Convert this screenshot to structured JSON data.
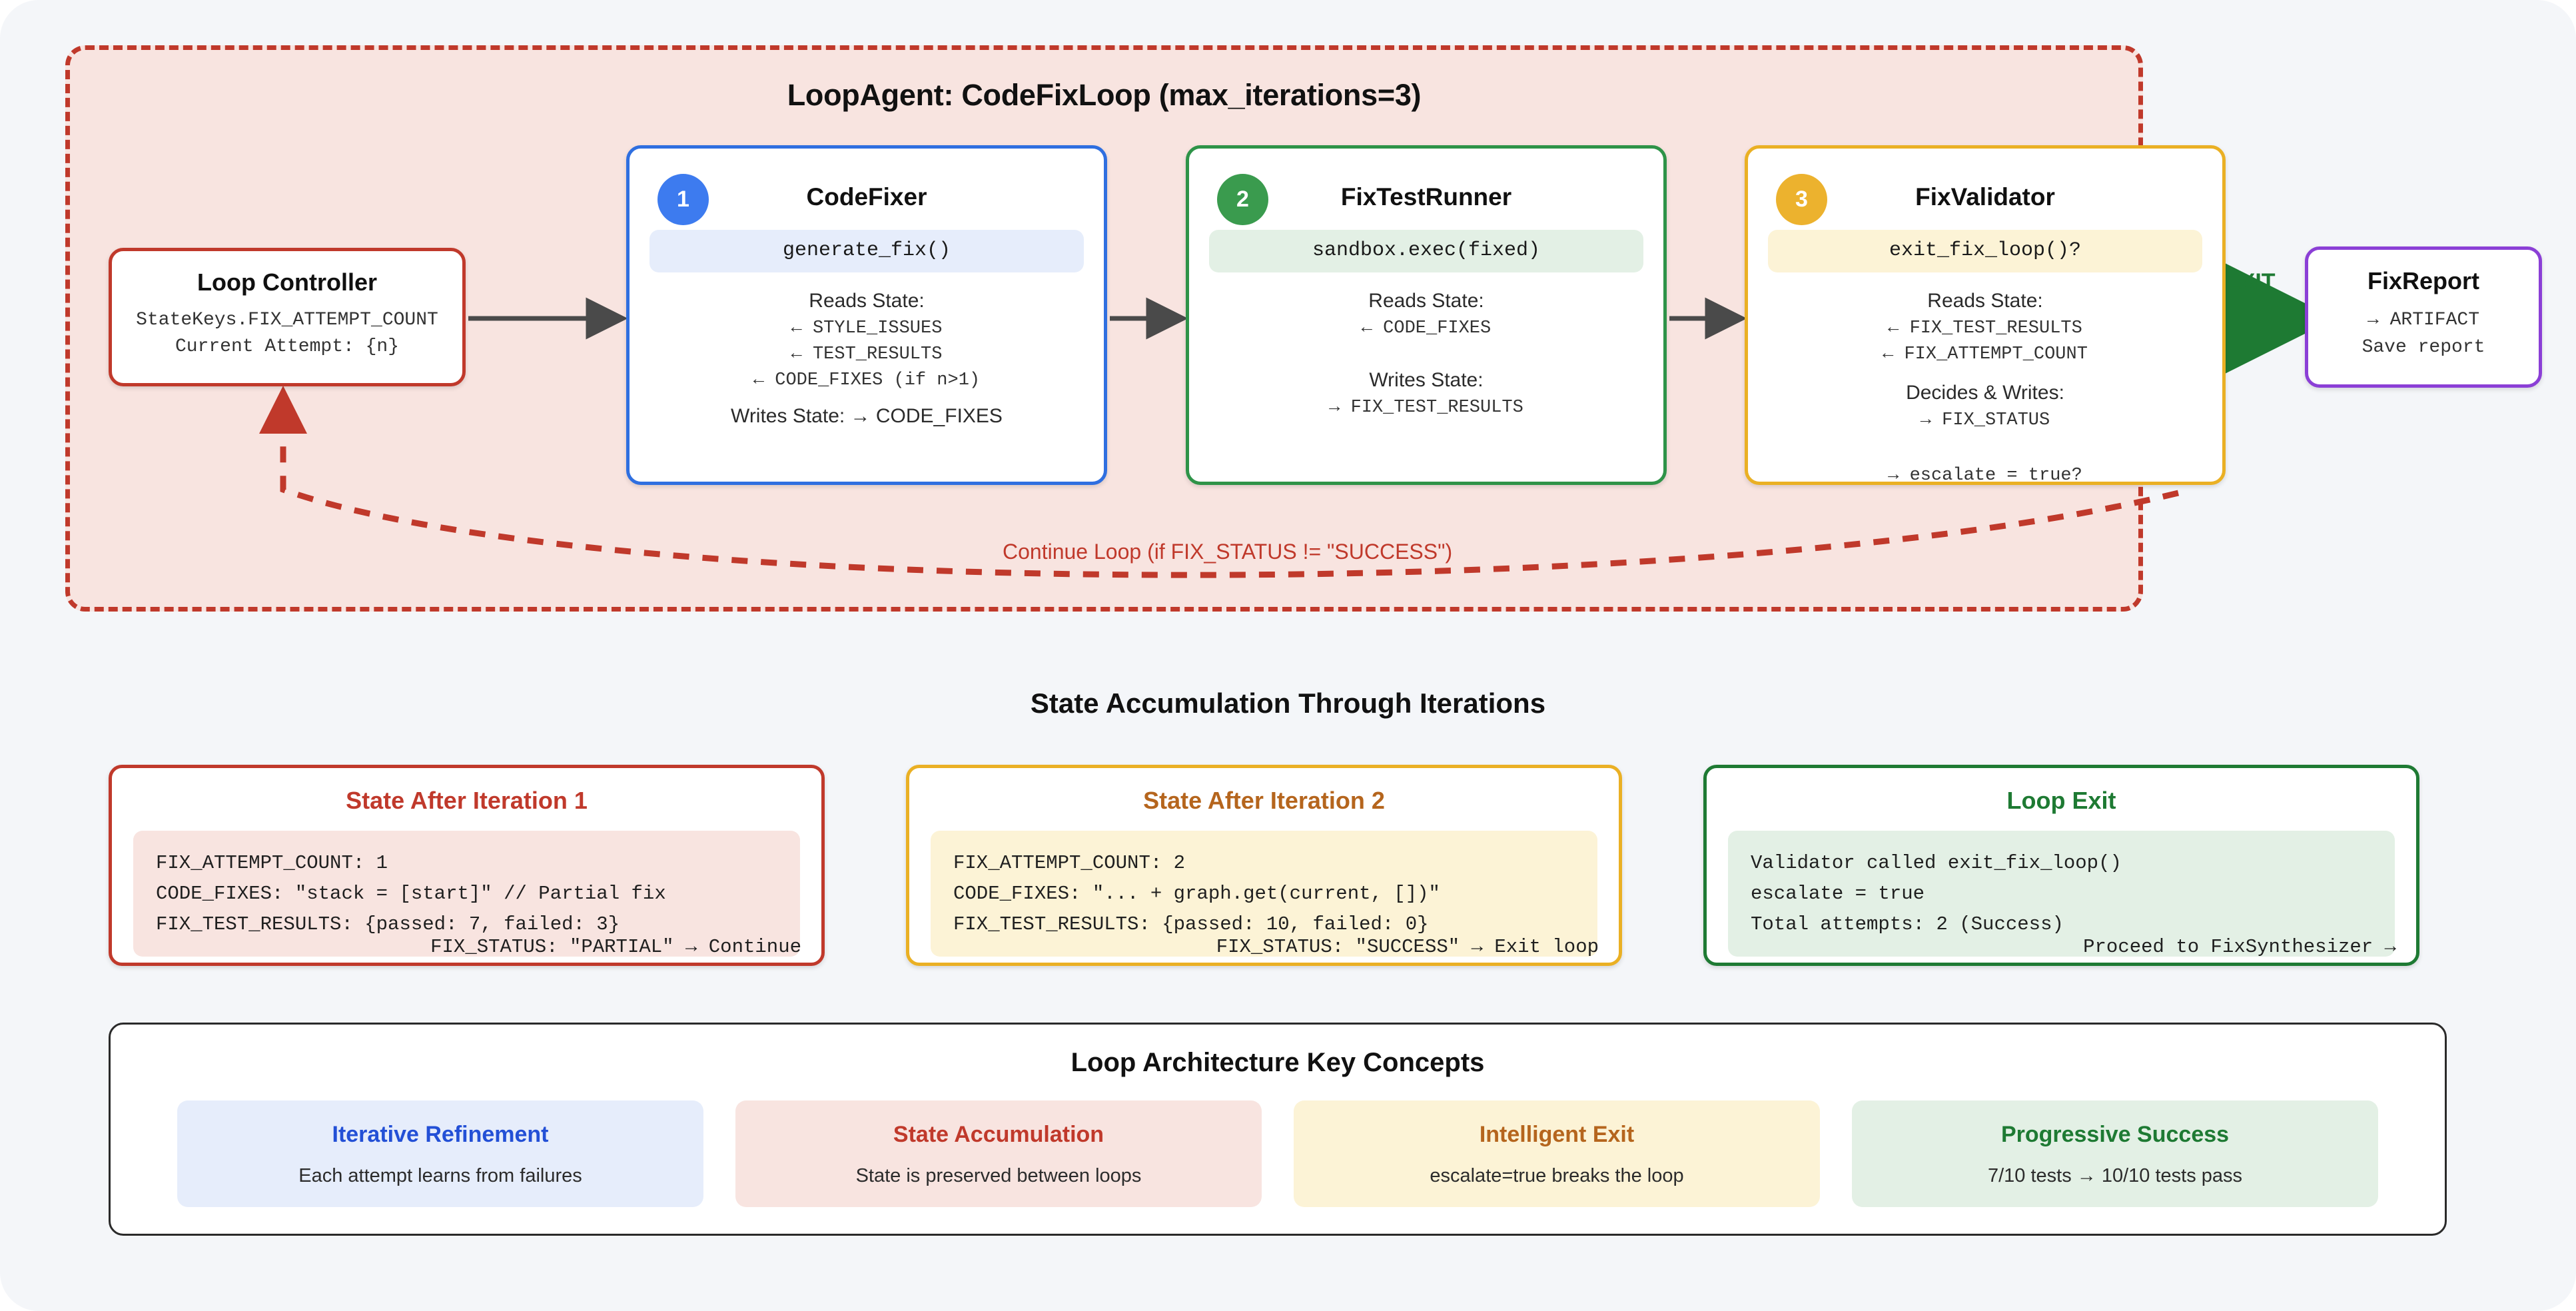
{
  "loop": {
    "title": "LoopAgent: CodeFixLoop (max_iterations=3)",
    "continue_label": "Continue Loop (if FIX_STATUS != \"SUCCESS\")",
    "exit_label": "EXIT"
  },
  "controller": {
    "title": "Loop Controller",
    "line1": "StateKeys.FIX_ATTEMPT_COUNT",
    "line2": "Current Attempt: {n}"
  },
  "agents": [
    {
      "badge": "1",
      "title": "CodeFixer",
      "call": "generate_fix()",
      "reads_label": "Reads State:",
      "reads": [
        "← STYLE_ISSUES",
        "← TEST_RESULTS",
        "← CODE_FIXES (if n>1)"
      ],
      "writes_label": "Writes State: → CODE_FIXES",
      "writes": []
    },
    {
      "badge": "2",
      "title": "FixTestRunner",
      "call": "sandbox.exec(fixed)",
      "reads_label": "Reads State:",
      "reads": [
        "← CODE_FIXES"
      ],
      "writes_label": "Writes State:",
      "writes": [
        "→ FIX_TEST_RESULTS"
      ]
    },
    {
      "badge": "3",
      "title": "FixValidator",
      "call": "exit_fix_loop()?",
      "reads_label": "Reads State:",
      "reads": [
        "← FIX_TEST_RESULTS",
        "← FIX_ATTEMPT_COUNT"
      ],
      "writes_label": "Decides & Writes:",
      "writes": [
        "→ FIX_STATUS"
      ],
      "overflow": "→ escalate = true?"
    }
  ],
  "report": {
    "title": "FixReport",
    "line1": "→ ARTIFACT",
    "line2": "Save report"
  },
  "state_section": {
    "heading": "State Accumulation Through Iterations",
    "cards": [
      {
        "title": "State After Iteration 1",
        "lines": [
          "FIX_ATTEMPT_COUNT: 1",
          "CODE_FIXES: \"stack = [start]\" // Partial fix",
          "FIX_TEST_RESULTS: {passed: 7, failed: 3}"
        ],
        "footer": "FIX_STATUS: \"PARTIAL\" → Continue"
      },
      {
        "title": "State After Iteration 2",
        "lines": [
          "FIX_ATTEMPT_COUNT: 2",
          "CODE_FIXES: \"... + graph.get(current, [])\"",
          "FIX_TEST_RESULTS: {passed: 10, failed: 0}"
        ],
        "footer": "FIX_STATUS: \"SUCCESS\" → Exit loop"
      },
      {
        "title": "Loop Exit",
        "lines": [
          "Validator called exit_fix_loop()",
          "escalate = true",
          "Total attempts: 2 (Success)"
        ],
        "footer": "Proceed to FixSynthesizer →"
      }
    ]
  },
  "concepts_section": {
    "title": "Loop Architecture Key Concepts",
    "items": [
      {
        "title": "Iterative Refinement",
        "subtitle": "Each attempt learns from failures"
      },
      {
        "title": "State Accumulation",
        "subtitle": "State is preserved between loops"
      },
      {
        "title": "Intelligent Exit",
        "subtitle": "escalate=true breaks the loop"
      },
      {
        "title": "Progressive Success",
        "subtitle": "7/10 tests → 10/10 tests pass"
      }
    ]
  },
  "colors": {
    "loop_border": "#c0392b",
    "loop_fill": "#f8e4e0",
    "codefixer": "#2f6fe0",
    "fixtestrunner": "#2e9348",
    "fixvalidator": "#eab024",
    "fixreport": "#8b3fd6",
    "exit_green": "#1e7a33",
    "page_bg": "#f4f6f9"
  }
}
